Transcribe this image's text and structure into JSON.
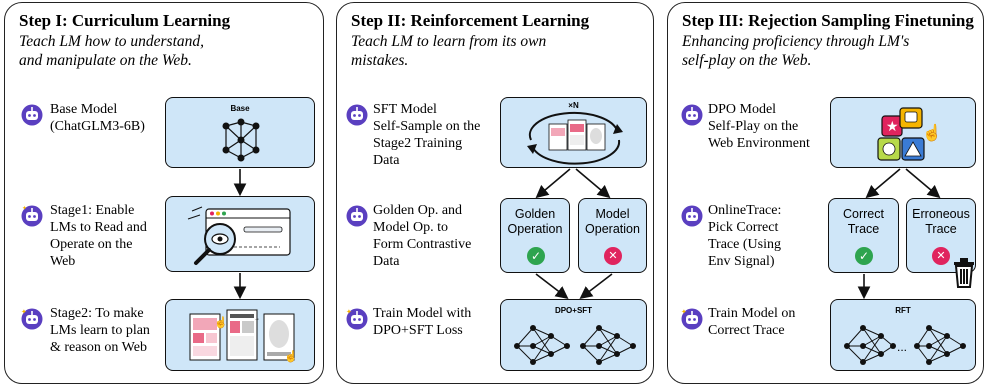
{
  "panels": [
    {
      "title": "Step I: Curriculum Learning",
      "subtitle": "Teach LM how to understand,\nand manipulate on the Web.",
      "rows": [
        {
          "label": "Base Model\n(ChatGLM3-6B)",
          "box_label": "Base"
        },
        {
          "label": "Stage1: Enable\nLMs to Read and\nOperate on the\nWeb"
        },
        {
          "label": "Stage2: To make\nLMs learn to plan\n& reason on Web"
        }
      ]
    },
    {
      "title": "Step II: Reinforcement Learning",
      "subtitle": "Teach LM to learn from its own\nmistakes.",
      "rows": [
        {
          "label": "SFT Model\nSelf-Sample on the\nStage2 Training\nData",
          "box_label": "×N"
        },
        {
          "label": "Golden Op. and\nModel Op. to\nForm Contrastive\nData",
          "left_box": "Golden\nOperation",
          "right_box": "Model\nOperation"
        },
        {
          "label": "Train Model with\nDPO+SFT Loss",
          "box_label": "DPO+SFT"
        }
      ]
    },
    {
      "title": "Step III: Rejection Sampling Finetuning",
      "subtitle": "Enhancing proficiency through LM's\nself-play on the Web.",
      "rows": [
        {
          "label": "DPO Model\nSelf-Play on the\nWeb Environment"
        },
        {
          "label": "OnlineTrace:\nPick Correct\nTrace (Using\nEnv Signal)",
          "left_box": "Correct\nTrace",
          "right_box": "Erroneous\nTrace"
        },
        {
          "label": "Train Model on\nCorrect Trace",
          "box_label": "RFT",
          "ellipsis": "..."
        }
      ]
    }
  ],
  "colors": {
    "box_fill": "#cfe6f8",
    "robot": "#5a3fc0",
    "check": "#2ea44f",
    "cross": "#e0245e"
  },
  "icons": [
    "robot-icon",
    "neural-network-icon",
    "magnifier-eye-icon",
    "check-icon",
    "cross-icon",
    "trash-icon",
    "app-shapes-icon",
    "cycle-arrows-icon"
  ]
}
